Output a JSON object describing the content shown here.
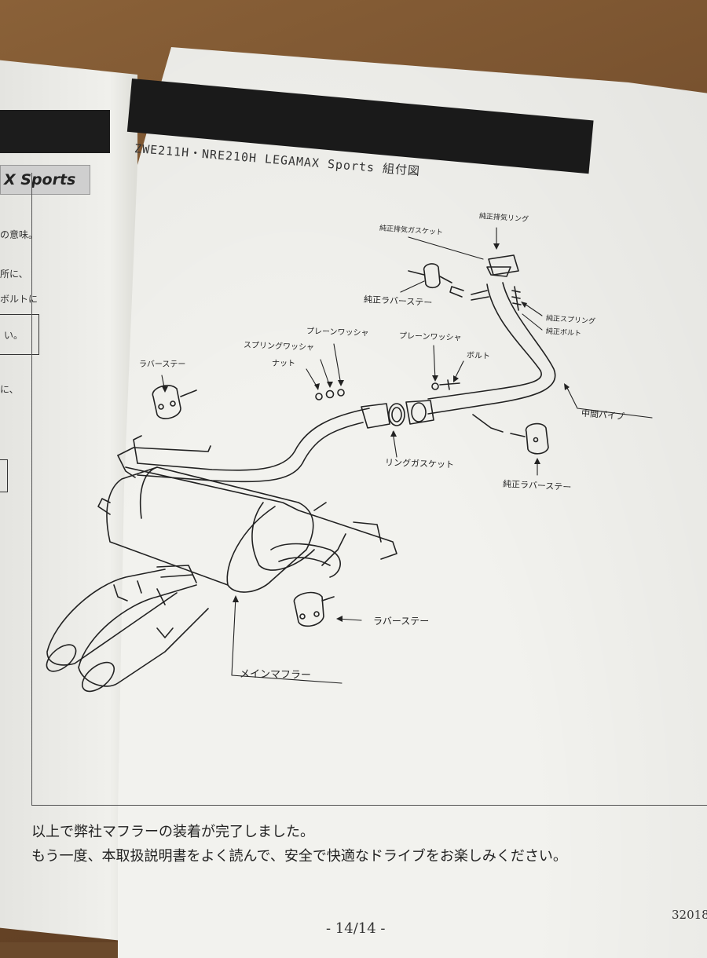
{
  "left_page": {
    "title": "X Sports",
    "lines": [
      "の意味。",
      "所に、",
      "ボルトに",
      "い。",
      "に、"
    ]
  },
  "header": {
    "doc_title": "ZWE211H・NRE210H  LEGAMAX Sports 組付図"
  },
  "labels": {
    "oem_gasket": "純正排気ガスケット",
    "oem_ring": "純正排気リング",
    "oem_rubber_top": "純正ラバーステー",
    "oem_spring": "純正スプリング",
    "oem_bolt": "純正ボルト",
    "plain_washer_left": "プレーンワッシャ",
    "spring_washer": "スプリングワッシャ",
    "nut": "ナット",
    "plain_washer_right": "プレーンワッシャ",
    "bolt": "ボルト",
    "rubber_stay_left": "ラバーステー",
    "middle_pipe": "中間パイプ",
    "ring_gasket": "リングガスケット",
    "oem_rubber_right": "純正ラバーステー",
    "rubber_stay_bottom": "ラバーステー",
    "main_muffler": "メインマフラー"
  },
  "closing": {
    "line1": "以上で弊社マフラーの装着が完了しました。",
    "line2": "もう一度、本取扱説明書をよく読んで、安全で快適なドライブをお楽しみください。"
  },
  "footer": {
    "page": "- 14/14 -",
    "code": "32018"
  }
}
